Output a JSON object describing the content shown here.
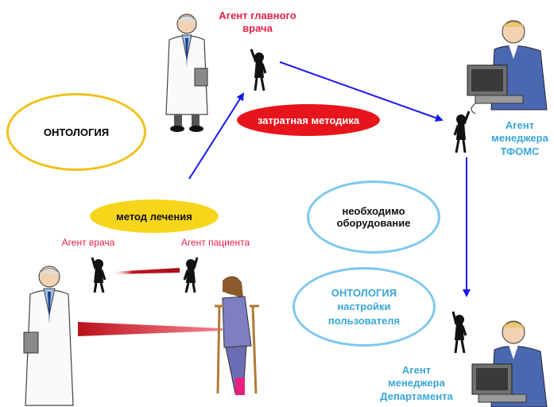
{
  "labels": {
    "chief_doctor_agent": [
      "Агент главного",
      "врача"
    ],
    "tfoms_agent": [
      "Агент",
      "менеджера",
      "ТФОМС"
    ],
    "department_agent": [
      "Агент",
      "менеджера",
      "Департамента"
    ],
    "doctor_agent": "Агент врача",
    "patient_agent": "Агент пациента"
  },
  "bubbles": {
    "ontology": "ОНТОЛОГИЯ",
    "costly_method": "затратная методика",
    "treatment_method": "метод лечения",
    "equipment_needed": [
      "необходимо",
      "оборудование"
    ],
    "user_ontology": [
      "ОНТОЛОГИЯ",
      "настройки",
      "пользователя"
    ]
  },
  "colors": {
    "agent_label_red": "#e8204a",
    "agent_label_blue": "#3aa6d8",
    "arrow_blue": "#1a1aee",
    "ontology_border": "#f2c21b",
    "bubble_border_blue": "#7ec8f0",
    "costly_fill": "#e8141c",
    "treatment_fill": "#f6d51a",
    "beam_red": "#c8141c"
  },
  "icons": [
    "doctor-figure-icon",
    "patient-crutches-icon",
    "manager-computer-icon",
    "agent-stickman-icon"
  ]
}
